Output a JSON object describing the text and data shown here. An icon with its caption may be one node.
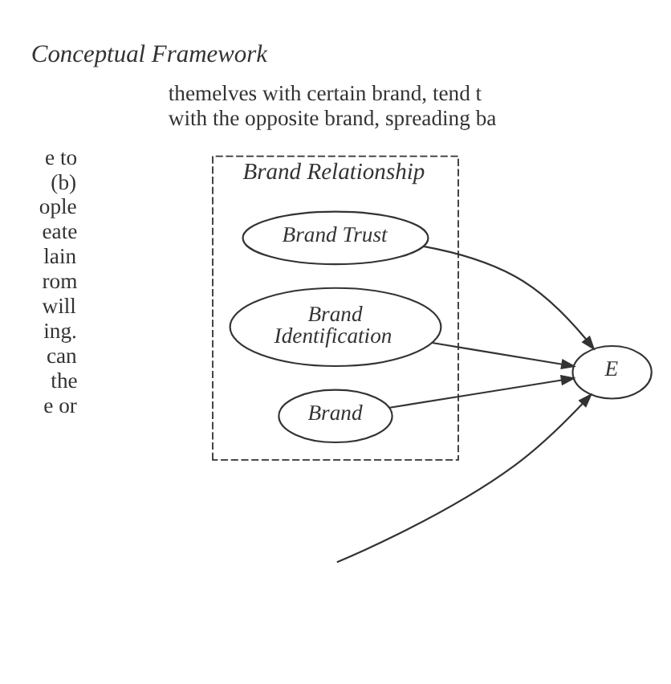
{
  "diagram": {
    "title": "Conceptual Framework",
    "nodes": [
      {
        "text": [
          "Brand Relationship"
        ]
      },
      {
        "text": [
          "Brand Trust"
        ],
        "in": 0
      },
      {
        "text": [
          "Brand Identification"
        ],
        "in": 0
      },
      {
        "text": [
          "Brand"
        ],
        "in": 0
      },
      {
        "text": [
          "E"
        ]
      }
    ],
    "edges": [
      {
        "from": 1,
        "to": 4,
        "arrow": "to"
      },
      {
        "from": 2,
        "to": 4,
        "arrow": "to"
      },
      {
        "from": 3,
        "to": 4,
        "arrow": "to"
      },
      {
        "from": null,
        "to": 4,
        "arrow": "to"
      }
    ],
    "labels": [
      "e to (b) ople eate lain rom will ing. can the e or",
      "themelves with certain brand, tend t with the opposite brand, spreading ba"
    ]
  }
}
